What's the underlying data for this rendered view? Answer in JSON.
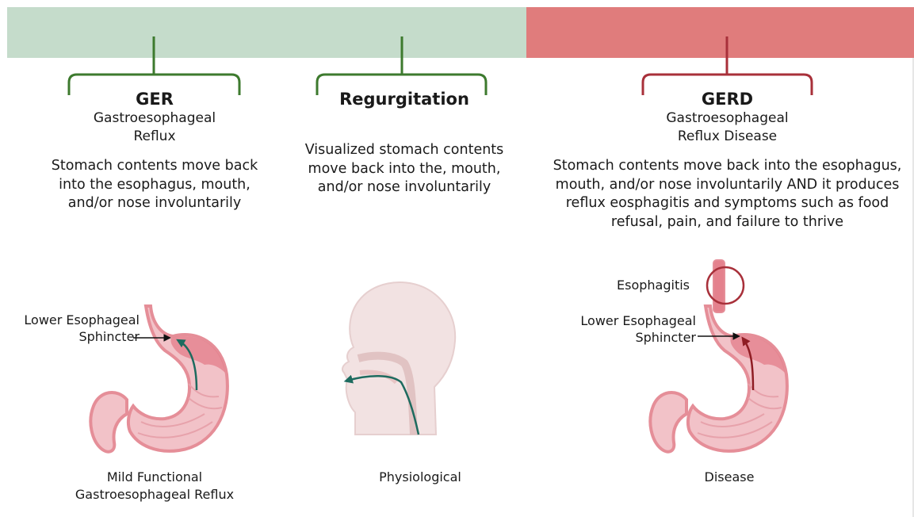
{
  "colors": {
    "physiologic_band": "#c5dccb",
    "disease_band": "#e07c7c",
    "physiologic_bracket": "#3d7a2e",
    "disease_bracket": "#a8303a",
    "stomach_fill": "#f2c2c8",
    "stomach_outline": "#e58e98",
    "arrow_teal": "#1d6b5f",
    "arrow_red": "#8f1d24"
  },
  "columns": [
    {
      "title": "GER",
      "subtitle": "Gastroesophageal\nReflux",
      "description": "Stomach contents move back\ninto the esophagus, mouth,\nand/or nose involuntarily",
      "caption": "Mild Functional\nGastroesophageal Reflux",
      "label": "Lower Esophageal\nSphincter"
    },
    {
      "title": "Regurgitation",
      "subtitle": "",
      "description": "Visualized stomach contents\nmove back into the, mouth,\nand/or nose involuntarily",
      "caption": "Physiological"
    },
    {
      "title": "GERD",
      "subtitle": "Gastroesophageal\nReflux Disease",
      "description": "Stomach contents move back into the esophagus,\nmouth, and/or nose involuntarily AND it produces\nreflux eosphagitis and symptoms such as food\nrefusal, pain, and failure to thrive",
      "caption": "Disease",
      "label": "Lower Esophageal\nSphincter",
      "inflammation_label": "Esophagitis"
    }
  ]
}
